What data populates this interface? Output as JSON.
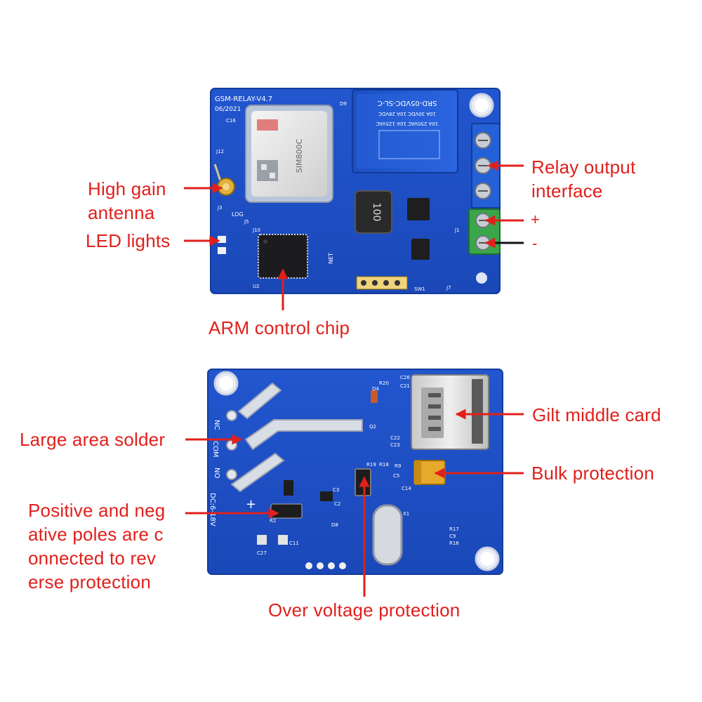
{
  "labels": {
    "high_gain_antenna": [
      "High gain",
      "antenna"
    ],
    "led_lights": "LED lights",
    "arm_control_chip": "ARM control chip",
    "relay_output_interface": [
      "Relay output",
      "interface"
    ],
    "plus": "+",
    "minus": "-",
    "large_area_solder": "Large area solder",
    "positive_negative": [
      "Positive and neg",
      "ative poles are c",
      "onnected to rev",
      "erse protection"
    ],
    "over_voltage_protection": "Over voltage protection",
    "gilt_middle_card": "Gilt middle card",
    "bulk_protection": "Bulk protection"
  },
  "board_top": {
    "model_text": "GSM-RELAY-V4.7",
    "date_text": "06/2021",
    "relay_text": [
      "SRD-05VDC-SL-C",
      "10A 30VDC 10A 28VDC",
      "10A 250VAC 10A 125VAC"
    ],
    "module_text": "SIM800C",
    "inductor_text": "100",
    "silk_labels": [
      "LOG",
      "NET",
      "J5",
      "J10",
      "U2",
      "SW1",
      "J7",
      "J1",
      "D9",
      "J12",
      "J3",
      "C16"
    ]
  },
  "board_bottom": {
    "side_labels": [
      "NC",
      "COM",
      "NO"
    ],
    "voltage_text": "DC:6-18V",
    "silk_labels": [
      "C26",
      "C21",
      "R20",
      "D4",
      "R2",
      "Q2",
      "C22",
      "C23",
      "R19",
      "R18",
      "R9",
      "C14",
      "C5",
      "C3",
      "C2",
      "D8",
      "C27",
      "C11",
      "X1",
      "R17",
      "C9",
      "R16"
    ]
  },
  "colors": {
    "pcb_blue": "#1d4fc4",
    "pcb_blue_dark": "#163fa3",
    "label_red": "#e0201c",
    "terminal_blue": "#2461d6",
    "terminal_green": "#3aa64a",
    "relay_blue": "#1f5ad8"
  }
}
